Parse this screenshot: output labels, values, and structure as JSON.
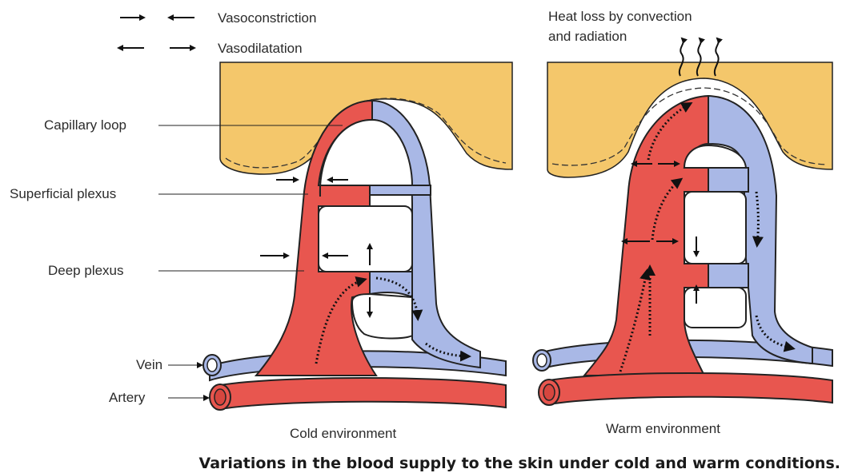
{
  "legend": {
    "vasoconstriction": "Vasoconstriction",
    "vasodilatation": "Vasodilatation"
  },
  "heat_loss": {
    "line1": "Heat loss by convection",
    "line2": "and radiation"
  },
  "labels": {
    "capillary_loop": "Capillary loop",
    "superficial_plexus": "Superficial plexus",
    "deep_plexus": "Deep plexus",
    "vein": "Vein",
    "artery": "Artery"
  },
  "panels": {
    "cold": "Cold environment",
    "warm": "Warm environment"
  },
  "caption": "Variations in the blood supply to the skin under cold and warm conditions.",
  "colors": {
    "skin": "#F4C76B",
    "artery": "#E8564F",
    "vein": "#A9B8E6",
    "outline": "#222222"
  }
}
